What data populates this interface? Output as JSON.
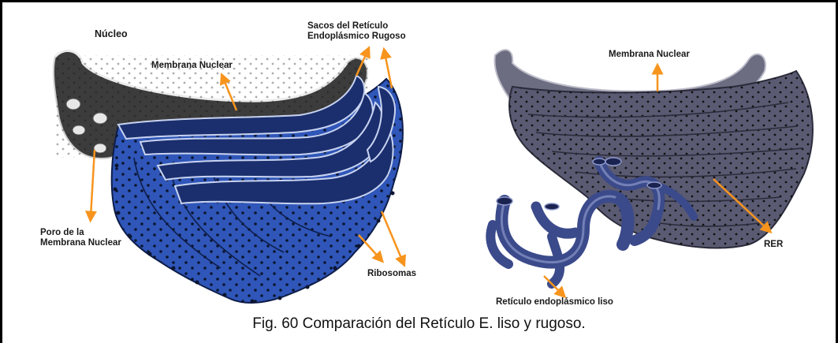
{
  "labels": {
    "nucleo": "Núcleo",
    "sacos_line1": "Sacos del Retículo",
    "sacos_line2": "Endoplásmico Rugoso",
    "membrana_left": "Membrana Nuclear",
    "poro_line1": "Poro de la",
    "poro_line2": "Membrana Nuclear",
    "ribosomas": "Ribosomas",
    "membrana_right": "Membrana Nuclear",
    "rer": "RER",
    "rel": "Retículo endoplásmico liso"
  },
  "caption": "Fig. 60 Comparación del Retículo E. liso y rugoso.",
  "colors": {
    "arrow": "#f7941d",
    "nucleus": "#3c3c3c",
    "rer_blue": "#2f56b8",
    "rer_dark": "#1b2f6e",
    "right_gray": "#5a5a72",
    "smooth_er": "#3b4a8a"
  }
}
